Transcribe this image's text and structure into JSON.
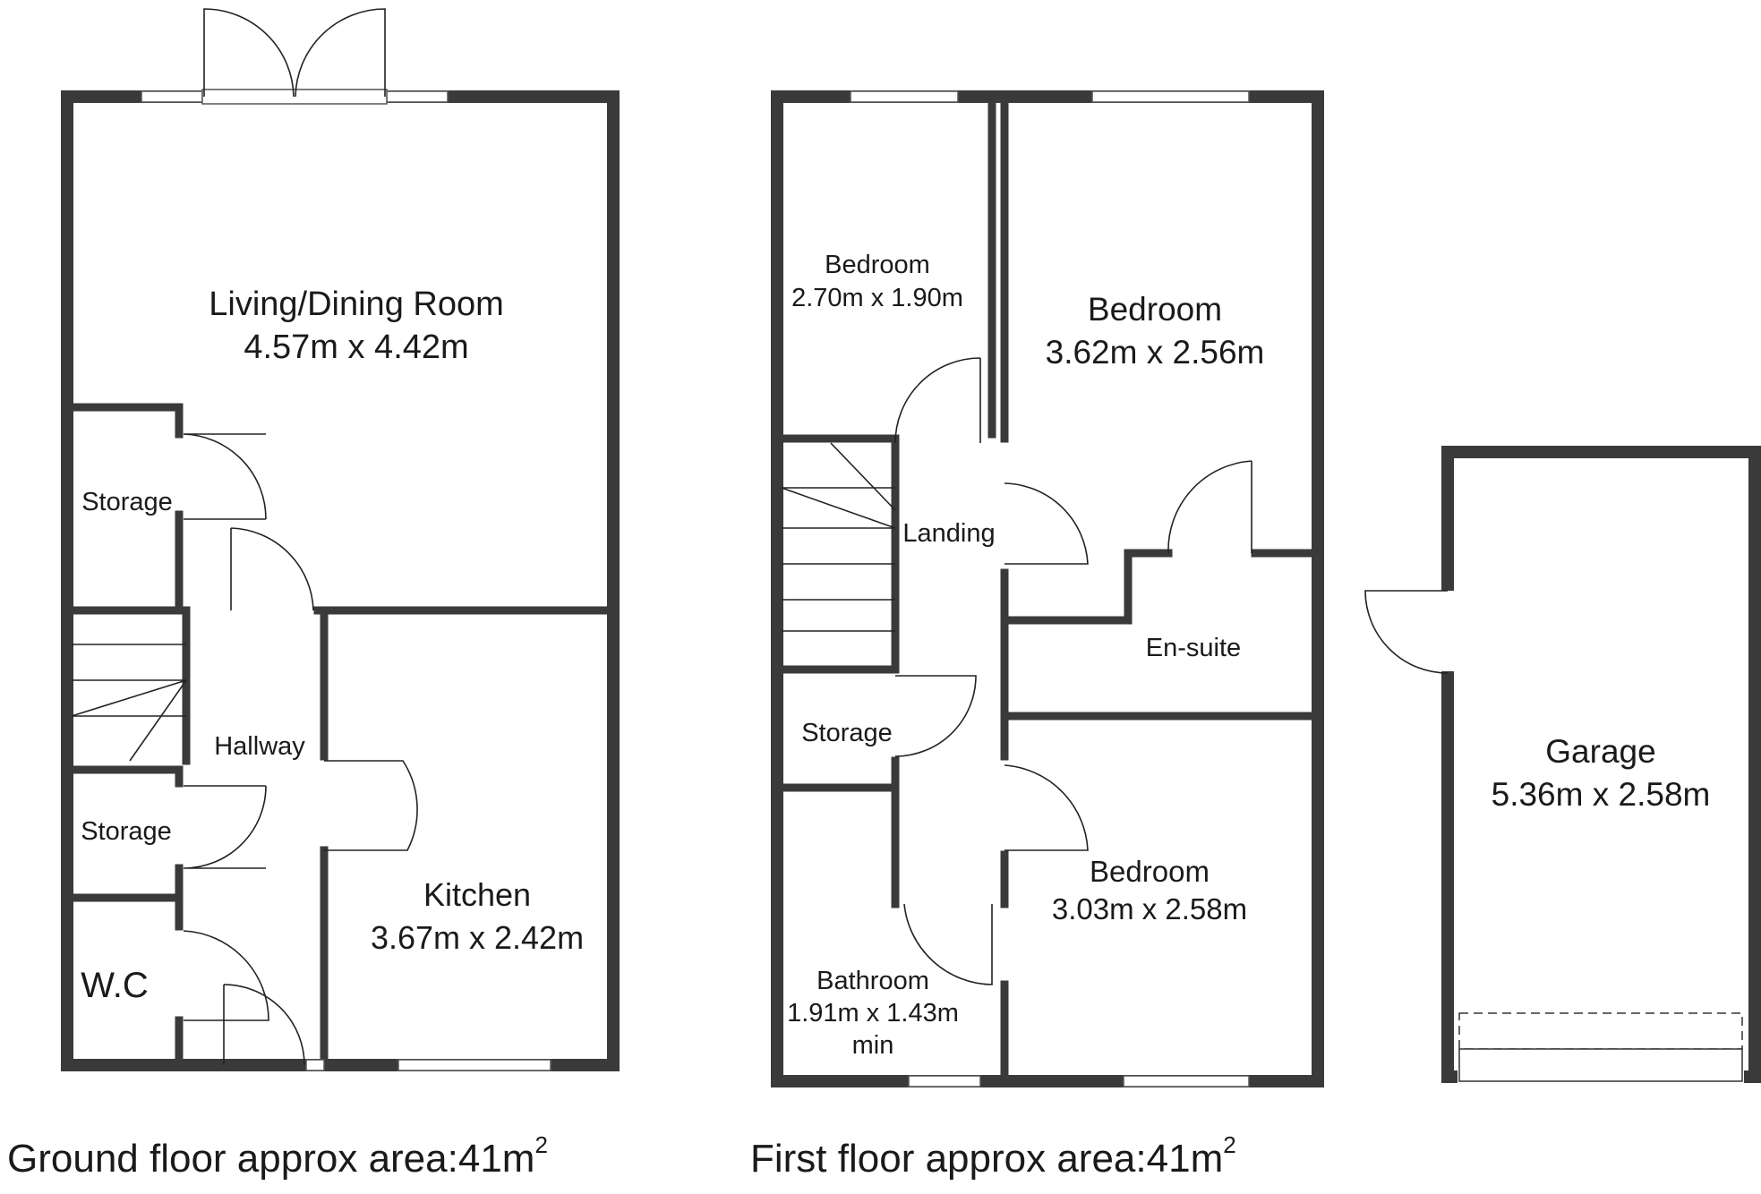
{
  "ground_floor": {
    "rooms": {
      "living": {
        "name": "Living/Dining Room",
        "size": "4.57m x 4.42m"
      },
      "storage_upper": {
        "name": "Storage"
      },
      "storage_lower": {
        "name": "Storage"
      },
      "hallway": {
        "name": "Hallway"
      },
      "kitchen": {
        "name": "Kitchen",
        "size": "3.67m x 2.42m"
      },
      "wc": {
        "name": "W.C"
      }
    },
    "caption": {
      "text": "Ground floor approx area:41m",
      "superscript": "2"
    }
  },
  "first_floor": {
    "rooms": {
      "bedroom_small": {
        "name": "Bedroom",
        "size": "2.70m x 1.90m"
      },
      "bedroom_main": {
        "name": "Bedroom",
        "size": "3.62m x 2.56m"
      },
      "landing": {
        "name": "Landing"
      },
      "ensuite": {
        "name": "En-suite"
      },
      "storage": {
        "name": "Storage"
      },
      "bedroom_rear": {
        "name": "Bedroom",
        "size": "3.03m x 2.58m"
      },
      "bathroom": {
        "name": "Bathroom",
        "size": "1.91m x 1.43m",
        "note": "min"
      }
    },
    "caption": {
      "text": "First floor approx area:41m",
      "superscript": "2"
    }
  },
  "garage": {
    "name": "Garage",
    "size": "5.36m x 2.58m"
  },
  "colors": {
    "wall": "#3a3a3a",
    "background": "#ffffff",
    "text": "#1a1a1a"
  }
}
